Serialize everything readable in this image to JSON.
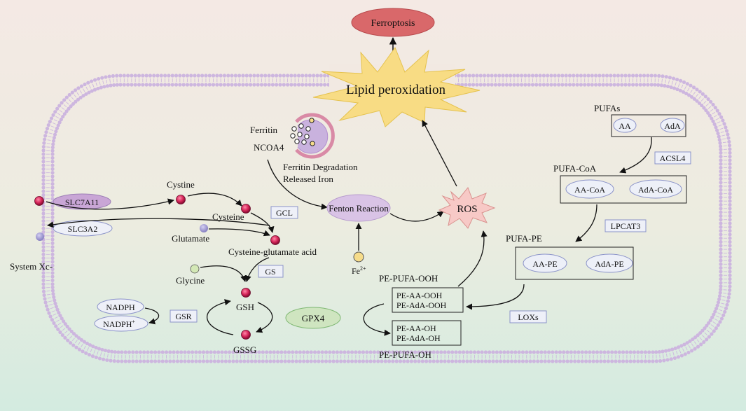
{
  "labels": {
    "ferroptosis": "Ferroptosis",
    "lipid_peroxidation": "Lipid peroxidation",
    "ferritin": "Ferritin",
    "ncoa4": "NCOA4",
    "ferritin_degradation": "Ferritin Degradation",
    "released_iron": "Released Iron",
    "fenton_reaction": "Fenton Reaction",
    "ros": "ROS",
    "fe_base": "Fe",
    "fe_sup": "2+",
    "pufas": "PUFAs",
    "aa": "AA",
    "ada": "AdA",
    "acsl4": "ACSL4",
    "pufa_coa": "PUFA-CoA",
    "aa_coa": "AA-CoA",
    "ada_coa": "AdA-CoA",
    "lpcat3": "LPCAT3",
    "pufa_pe": "PUFA-PE",
    "aa_pe": "AA-PE",
    "ada_pe": "AdA-PE",
    "loxs": "LOXs",
    "pe_pufa_ooh": "PE-PUFA-OOH",
    "pe_aa_ooh": "PE-AA-OOH",
    "pe_ada_ooh": "PE-AdA-OOH",
    "pe_aa_oh": "PE-AA-OH",
    "pe_ada_oh": "PE-AdA-OH",
    "pe_pufa_oh": "PE-PUFA-OH",
    "gpx4": "GPX4",
    "slc7a11": "SLC7A11",
    "slc3a2": "SLC3A2",
    "system_xc": "System Xc-",
    "cystine": "Cystine",
    "cysteine": "Cysteine",
    "gcl": "GCL",
    "glutamate": "Glutamate",
    "cysteine_glutamate": "Cysteine-glutamate acid",
    "glycine": "Glycine",
    "gs": "GS",
    "gsh": "GSH",
    "gssg": "GSSG",
    "nadph": "NADPH",
    "nadp_base": "NADPH",
    "nadp_sup": "+",
    "gsr": "GSR"
  },
  "colors": {
    "membrane": "#cdb6df",
    "ferroptosis": "#d9686a",
    "burst": "#f8dc84",
    "ros_burst": "#f7c9c6",
    "fenton": "#d9c3e6",
    "gpx4": "#cfe5c0",
    "slc7a11": "#c9a6d6",
    "molecule_red": "#d6265a",
    "molecule_purple": "#a79fd1",
    "glycine": "#d3e8b6",
    "fe": "#f6dc8a",
    "enzyme_border": "#8b93c9"
  }
}
